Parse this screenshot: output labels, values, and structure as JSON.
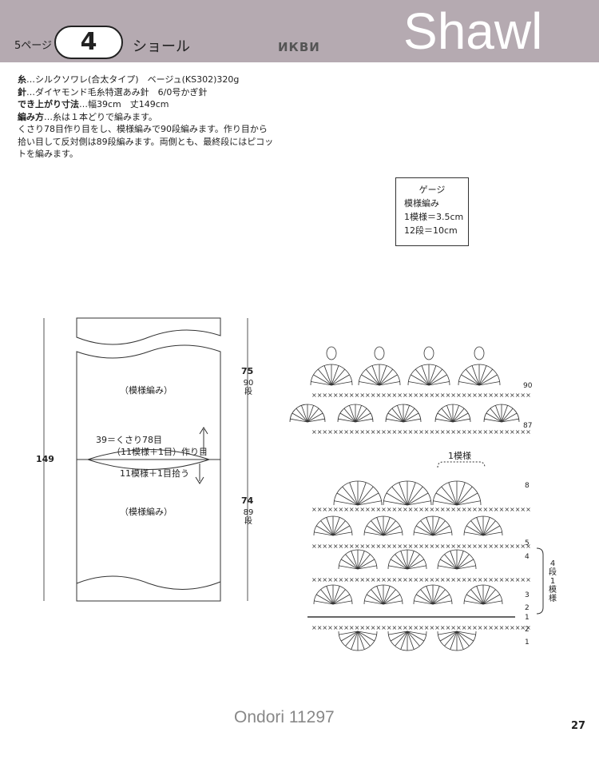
{
  "header": {
    "page_ref": "5ページ",
    "number": "4",
    "title": "ショール",
    "watermark": "ИКВИ",
    "english_title": "Shawl"
  },
  "info": {
    "yarn_label": "糸",
    "yarn_text": "…シルクソワレ(合太タイプ)　ベージュ(KS302)320g",
    "needle_label": "針",
    "needle_text": "…ダイヤモンド毛糸特選あみ針　6/0号かぎ針",
    "size_label": "でき上がり寸法",
    "size_text": "…幅39cm　丈149cm",
    "method_label": "編み方",
    "method_text": "…糸は１本どりで編みます。",
    "line5": "くさり78目作り目をし、模様編みで90段編みます。作り目から",
    "line6": "拾い目して反対側は89段編みます。両側とも、最終段にはピコッ",
    "line7": "トを編みます。"
  },
  "gauge": {
    "title": "ゲージ",
    "pattern": "模様編み",
    "row1": "1模様＝3.5cm",
    "row2": "12段＝10cm"
  },
  "schematic": {
    "upper_label": "（模様編み）",
    "lower_label": "（模様編み）",
    "chain_label": "39＝くさり78目",
    "chain_sub": "（11模様＋1目）作り目",
    "pickup": "11模様＋1目拾う",
    "length": "149",
    "upper_cm": "75",
    "upper_rows": "90段",
    "lower_cm": "74",
    "lower_rows": "89段"
  },
  "chart": {
    "repeat_label": "1模様",
    "rows_label": "4段1模様",
    "upper_row_labels": [
      "90",
      "87"
    ],
    "lower_row_labels": [
      "8",
      "5",
      "4",
      "3",
      "2",
      "1",
      "2",
      "1"
    ]
  },
  "footer": {
    "code": "Ondori 11297",
    "page": "27"
  }
}
